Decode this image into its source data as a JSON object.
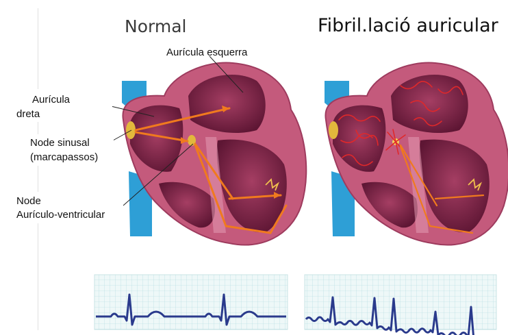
{
  "titles": {
    "normal": "Normal",
    "afib": "Fibril.lació auricular"
  },
  "labels": {
    "left_atrium": "Aurícula esquerra",
    "right_atrium_line1": "Aurícula",
    "right_atrium_line2": "dreta",
    "sinus_node_line1": "Node sinusal",
    "sinus_node_line2": "(marcapassos)",
    "av_node_line1": "Node",
    "av_node_line2": "Aurículo-ventricular"
  },
  "colors": {
    "heart_wall": "#c45a7c",
    "heart_inner": "#7e2448",
    "heart_light": "#e39ab3",
    "vessel": "#2e9fd6",
    "signal": "#f07a1e",
    "node": "#e2b83c",
    "ecg_line": "#2a3a8c",
    "ecg_grid": "#a9d8dc"
  }
}
